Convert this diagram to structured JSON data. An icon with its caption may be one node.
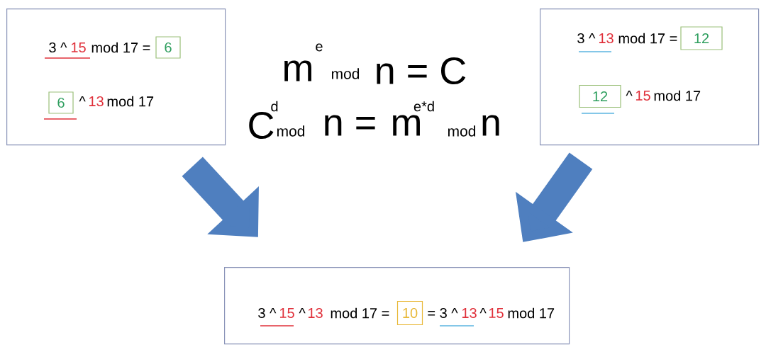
{
  "diagram": {
    "nodes": [
      {
        "text": [
          "3 ^",
          "15",
          "mod 17 =",
          "^",
          "13",
          "mod 17"
        ]
      },
      {
        "text": [
          "6"
        ],
        "in": 0
      },
      {
        "text": [
          "6"
        ],
        "in": 0
      },
      {
        "text": [
          "3 ^",
          "13",
          "mod 17 =",
          "^",
          "15",
          "mod 17"
        ]
      },
      {
        "text": [
          "12"
        ],
        "in": 3
      },
      {
        "text": [
          "12"
        ],
        "in": 3
      },
      {
        "text": [
          "3 ^",
          "15",
          "^",
          "13",
          "mod 17 =",
          "= 3 ^",
          "13",
          "^",
          "15",
          "mod 17"
        ]
      },
      {
        "text": [
          "10"
        ],
        "in": 6
      }
    ],
    "edges": [
      {
        "from": 0,
        "to": 6,
        "arrow": "to"
      },
      {
        "from": 3,
        "to": 6,
        "arrow": "to"
      }
    ],
    "labels": [
      "m",
      "e",
      "mod",
      "n = C",
      "C",
      "d",
      "mod",
      "n =",
      "m",
      "e*d",
      "mod",
      "n"
    ]
  }
}
